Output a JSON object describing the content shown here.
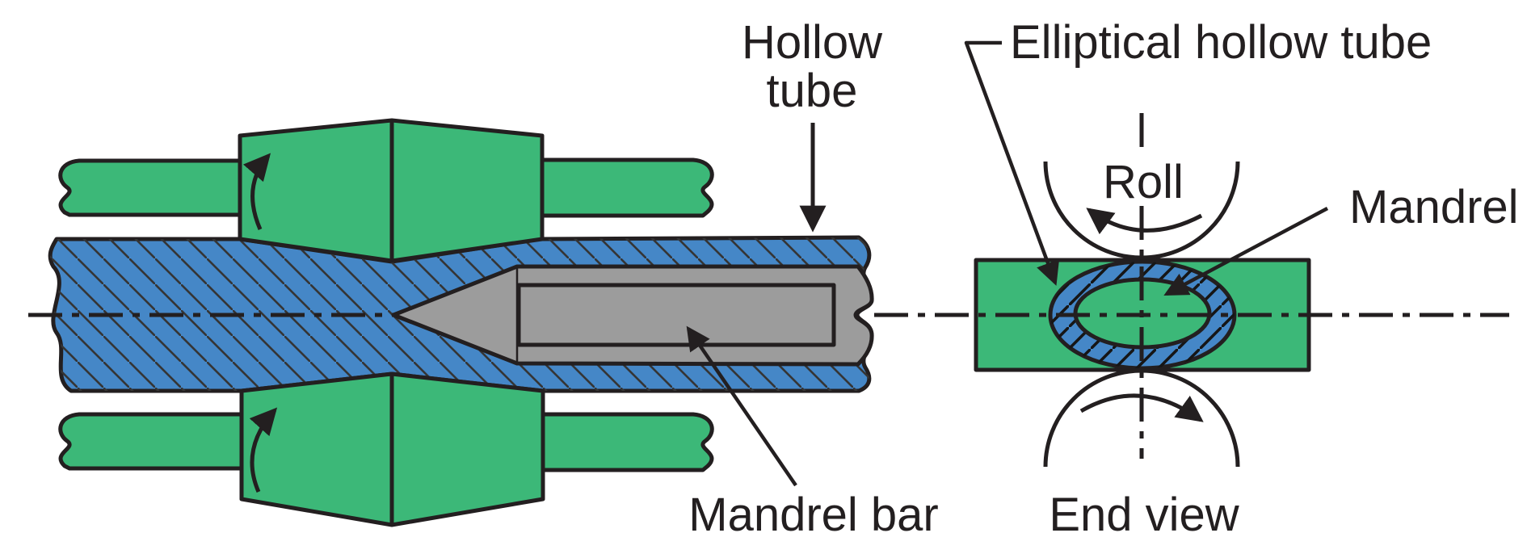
{
  "figure": {
    "type": "technical-diagram",
    "colors": {
      "roll_green": "#3CB878",
      "workpiece_blue": "#4587C7",
      "mandrel_gray": "#9C9C9C",
      "line_black": "#231F20",
      "background": "#FFFFFF"
    },
    "side_view": {
      "labels": {
        "hollow_tube_line1": "Hollow",
        "hollow_tube_line2": "tube",
        "mandrel_bar": "Mandrel bar"
      }
    },
    "end_view": {
      "labels": {
        "elliptical_hollow_tube": "Elliptical hollow tube",
        "roll": "Roll",
        "mandrel": "Mandrel",
        "caption": "End view"
      }
    }
  }
}
